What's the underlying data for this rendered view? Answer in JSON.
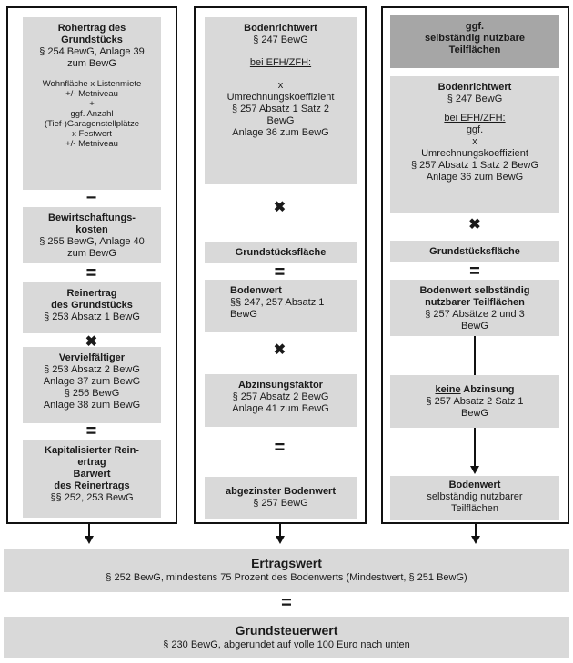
{
  "col1": {
    "box1": {
      "title_lines": [
        "Rohertrag des",
        "Grundstücks"
      ],
      "lines": [
        "§ 254 BewG, Anlage 39",
        "zum BewG"
      ],
      "small_lines": [
        "Wohnfläche x Listenmiete",
        "+/- Metniveau",
        "+",
        "ggf. Anzahl",
        "(Tief-)Garagenstellplätze",
        "x Festwert",
        "+/- Metniveau"
      ]
    },
    "op1": "−",
    "box2": {
      "title_lines": [
        "Bewirtschaftungs-",
        "kosten"
      ],
      "lines": [
        "§ 255 BewG, Anlage 40",
        "zum BewG"
      ]
    },
    "op2": "=",
    "box3": {
      "title_lines": [
        "Reinertrag",
        "des Grundstücks"
      ],
      "lines": [
        "§ 253 Absatz 1 BewG"
      ]
    },
    "op3": "✖",
    "box4": {
      "title_lines": [
        "Vervielfältiger"
      ],
      "lines": [
        "§ 253 Absatz 2 BewG",
        "Anlage 37 zum BewG",
        "§ 256 BewG",
        "Anlage 38 zum BewG"
      ]
    },
    "op4": "=",
    "box5": {
      "title_lines": [
        "Kapitalisierter Rein-",
        "ertrag",
        "Barwert",
        "des Reinertrags"
      ],
      "lines": [
        "§§ 252, 253 BewG"
      ]
    }
  },
  "col2": {
    "box1": {
      "title_lines": [
        "Bodenrichtwert"
      ],
      "lines": [
        "§ 247 BewG"
      ],
      "underline": "bei EFH/ZFH:",
      "lines2": [
        "x",
        "Umrechnungskoeffizient",
        "§ 257 Absatz 1 Satz 2",
        "BewG",
        "Anlage 36 zum BewG"
      ]
    },
    "op1": "✖",
    "box2": {
      "title_lines": [
        "Grundstücksfläche"
      ]
    },
    "op2": "=",
    "box3": {
      "title_lines": [
        "Bodenwert"
      ],
      "lines": [
        "§§ 247, 257 Absatz 1",
        "BewG"
      ]
    },
    "op3": "✖",
    "box4": {
      "title_lines": [
        "Abzinsungsfaktor"
      ],
      "lines": [
        "§ 257 Absatz 2 BewG",
        "Anlage 41 zum BewG"
      ]
    },
    "op4": "=",
    "box5": {
      "title_lines": [
        "abgezinster Bodenwert"
      ],
      "lines": [
        "§ 257 BewG"
      ]
    }
  },
  "col3": {
    "header": {
      "title_lines": [
        "ggf.",
        "selbständig nutzbare",
        "Teilflächen"
      ]
    },
    "box1": {
      "title_lines": [
        "Bodenrichtwert"
      ],
      "lines": [
        "§ 247 BewG"
      ],
      "underline": "bei EFH/ZFH:",
      "lines2": [
        "ggf.",
        "x",
        "Umrechnungskoeffizient",
        "§ 257 Absatz 1 Satz 2 BewG",
        "Anlage 36 zum BewG"
      ]
    },
    "op1": "✖",
    "box2": {
      "title_lines": [
        "Grundstücksfläche"
      ]
    },
    "op2": "=",
    "box3": {
      "title_lines": [
        "Bodenwert selbständig",
        "nutzbarer Teilflächen"
      ],
      "lines": [
        "§ 257 Absätze 2 und 3",
        "BewG"
      ]
    },
    "box4": {
      "underline": "keine",
      "title_rest": " Abzinsung",
      "lines": [
        "§ 257 Absatz 2 Satz 1",
        "BewG"
      ]
    },
    "box5": {
      "title_lines": [
        "Bodenwert"
      ],
      "lines": [
        "selbständig nutzbarer",
        "Teilflächen"
      ]
    }
  },
  "ertragswert": {
    "title": "Ertragswert",
    "text": "§ 252 BewG, mindestens 75 Prozent des Bodenwerts (Mindestwert, § 251 BewG)"
  },
  "op_final": "=",
  "grundsteuerwert": {
    "title": "Grundsteuerwert",
    "text": "§ 230 BewG, abgerundet auf volle 100 Euro nach unten"
  }
}
